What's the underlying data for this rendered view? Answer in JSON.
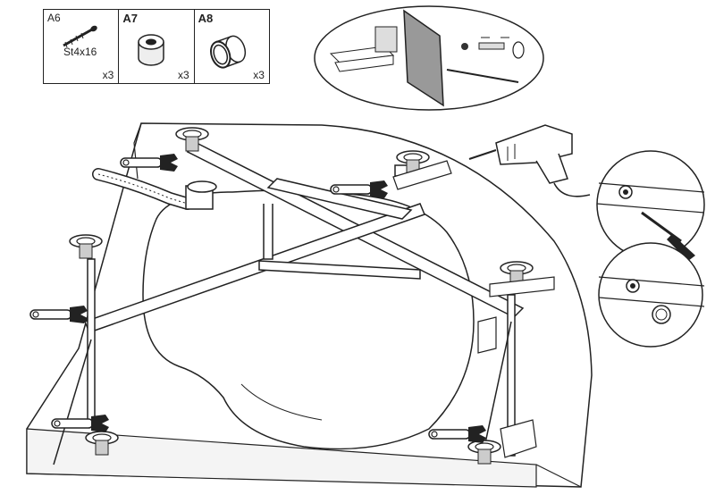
{
  "parts": [
    {
      "code": "A6",
      "size": "St4x16",
      "qty": "x3",
      "icon": "screw-icon"
    },
    {
      "code": "A7",
      "qty": "x3",
      "icon": "spacer-ring-icon"
    },
    {
      "code": "A8",
      "qty": "x3",
      "icon": "sleeve-ring-icon"
    }
  ],
  "colors": {
    "line": "#222222",
    "background": "#ffffff"
  }
}
